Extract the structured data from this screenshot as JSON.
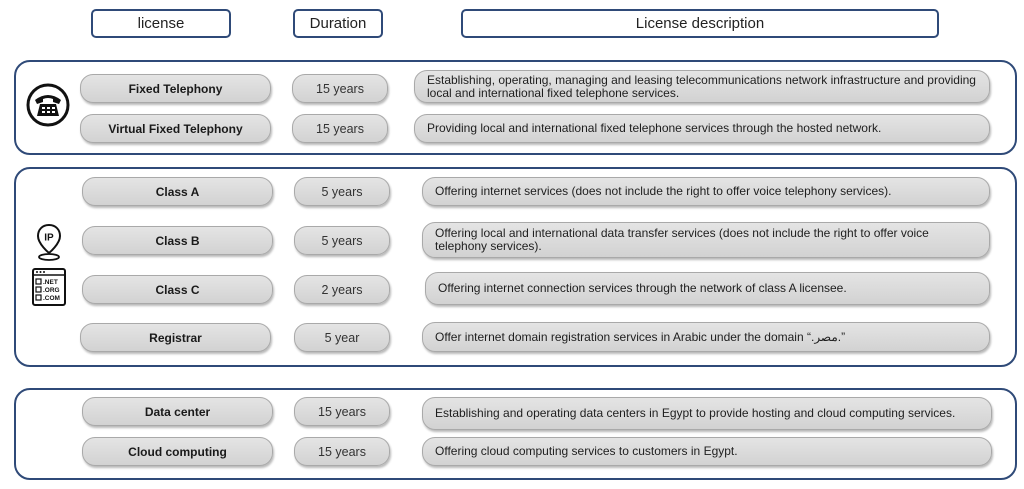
{
  "headers": {
    "license": "license",
    "duration": "Duration",
    "description": "License description"
  },
  "groups": [
    {
      "icons": [
        "telephone-icon"
      ],
      "rows": [
        {
          "name": "Fixed Telephony",
          "duration": "15 years",
          "description": "Establishing, operating, managing and leasing telecommunications network infrastructure and providing local and international fixed telephone services."
        },
        {
          "name": "Virtual Fixed Telephony",
          "duration": "15 years",
          "description": "Providing local and international fixed telephone services through the hosted network."
        }
      ]
    },
    {
      "icons": [
        "ip-location-icon",
        "domain-browser-icon"
      ],
      "domain_icon_labels": [
        ".NET",
        ".ORG",
        ".COM"
      ],
      "ip_icon_label": "IP",
      "rows": [
        {
          "name": "Class A",
          "duration": "5 years",
          "description": "Offering internet services (does not include the right to offer voice telephony services)."
        },
        {
          "name": "Class B",
          "duration": "5 years",
          "description": "Offering local and international data transfer services (does not include the right to offer voice telephony services)."
        },
        {
          "name": "Class C",
          "duration": "2 years",
          "description": "Offering internet connection services through the network of class A licensee."
        },
        {
          "name": "Registrar",
          "duration": "5 year",
          "description": "Offer internet domain registration services in Arabic under the domain “.مصر.”"
        }
      ]
    },
    {
      "icons": [],
      "rows": [
        {
          "name": "Data center",
          "duration": "15 years",
          "description": "Establishing and operating data centers in Egypt to provide hosting and cloud computing services."
        },
        {
          "name": "Cloud computing",
          "duration": "15 years",
          "description": "Offering cloud computing services to customers in Egypt."
        }
      ]
    }
  ],
  "colors": {
    "frame": "#2f4a78",
    "pill": "#dcdcdc"
  }
}
